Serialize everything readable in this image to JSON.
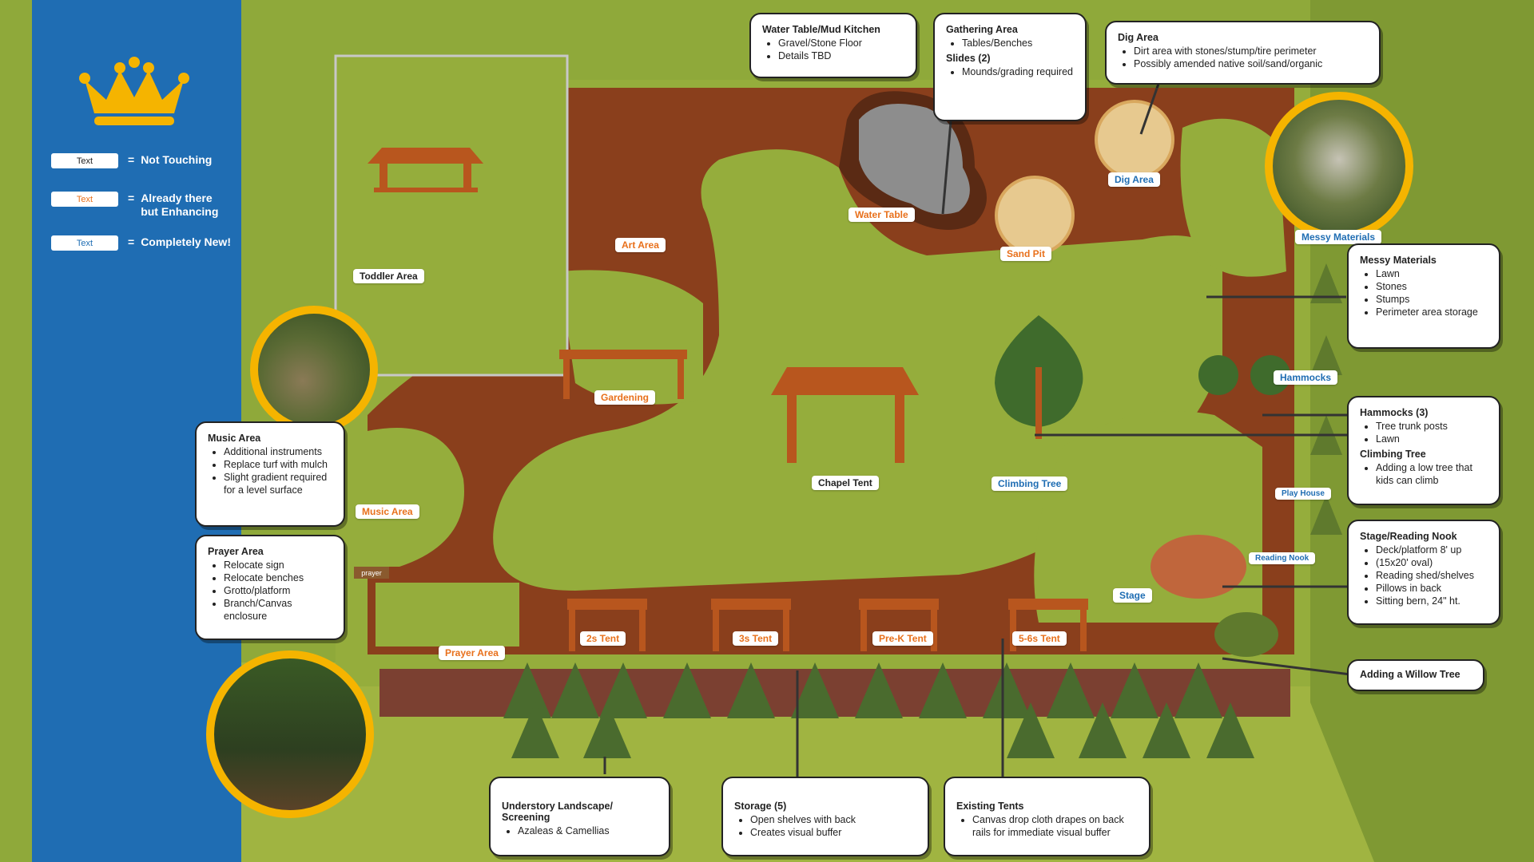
{
  "legend": [
    {
      "chip": "Text",
      "desc": "Not Touching",
      "style": "black"
    },
    {
      "chip": "Text",
      "desc": "Already there but Enhancing",
      "style": "orange"
    },
    {
      "chip": "Text",
      "desc": "Completely New!",
      "style": "blue"
    }
  ],
  "legend_eq": "=",
  "colors": {
    "sidebar": "#1f6db3",
    "crown": "#f5b400",
    "path": "#8a3f1c",
    "grass": "#8fa93a",
    "orange_text": "#e8701b",
    "blue_text": "#1f6db3"
  },
  "labels": {
    "toddler_area": "Toddler Area",
    "art_area": "Art Area",
    "gardening": "Gardening",
    "water_table": "Water Table",
    "sand_pit": "Sand Pit",
    "dig_area": "Dig Area",
    "messy_materials": "Messy Materials",
    "hammocks": "Hammocks",
    "chapel_tent": "Chapel Tent",
    "climbing_tree": "Climbing Tree",
    "play_house": "Play House",
    "reading_nook": "Reading Nook",
    "stage": "Stage",
    "music_area": "Music Area",
    "prayer_area": "Prayer Area",
    "tent_2s": "2s Tent",
    "tent_3s": "3s Tent",
    "tent_prek": "Pre-K Tent",
    "tent_56s": "5-6s Tent",
    "prayer_sign": "prayer"
  },
  "notes": {
    "water_table": {
      "title": "Water Table/Mud Kitchen",
      "items": [
        "Gravel/Stone Floor",
        "Details TBD"
      ]
    },
    "gathering": {
      "title": "Gathering Area",
      "items": [
        "Tables/Benches"
      ],
      "title2": "Slides (2)",
      "items2": [
        "Mounds/grading required"
      ]
    },
    "dig_area": {
      "title": "Dig Area",
      "items": [
        "Dirt area with stones/stump/tire perimeter",
        "Possibly amended native soil/sand/organic"
      ]
    },
    "messy_materials": {
      "title": "Messy Materials",
      "items": [
        "Lawn",
        "Stones",
        "Stumps",
        "Perimeter area storage"
      ]
    },
    "hammocks": {
      "title": "Hammocks (3)",
      "items": [
        "Tree trunk posts",
        "Lawn"
      ],
      "title2": "Climbing Tree",
      "items2": [
        "Adding a low tree that kids can climb"
      ]
    },
    "stage": {
      "title": "Stage/Reading Nook",
      "items": [
        "Deck/platform 8' up",
        "(15x20' oval)",
        "Reading shed/shelves",
        "Pillows in back",
        "Sitting bern, 24\" ht."
      ]
    },
    "willow": {
      "title": "Adding a Willow Tree",
      "items": []
    },
    "music_area": {
      "title": "Music Area",
      "items": [
        "Additional instruments",
        "Replace turf with mulch",
        "Slight gradient required for a level surface"
      ]
    },
    "prayer_area": {
      "title": "Prayer Area",
      "items": [
        "Relocate sign",
        "Relocate benches",
        "Grotto/platform",
        "Branch/Canvas enclosure"
      ]
    },
    "understory": {
      "title": "Understory Landscape/ Screening",
      "items": [
        "Azaleas & Camellias"
      ]
    },
    "storage": {
      "title": "Storage (5)",
      "items": [
        "Open shelves with back",
        "Creates visual buffer"
      ]
    },
    "existing_tents": {
      "title": "Existing Tents",
      "items": [
        "Canvas drop cloth drapes on back rails for immediate visual buffer"
      ]
    }
  }
}
